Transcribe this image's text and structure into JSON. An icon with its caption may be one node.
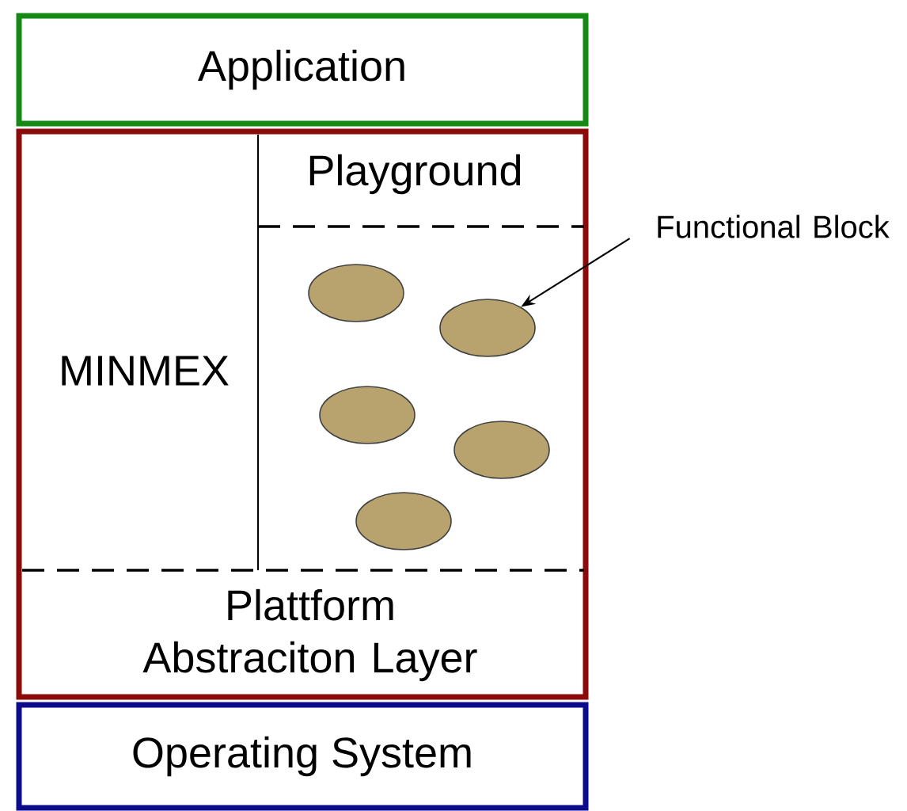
{
  "diagram": {
    "nodes": [
      {
        "text": [
          "Application"
        ]
      },
      {
        "text": [],
        "shape": "box"
      },
      {
        "text": [
          "MINMEX"
        ],
        "in": 1
      },
      {
        "text": [
          "Playground"
        ],
        "in": 1
      },
      {
        "text": [
          "Plattform Abstraciton Layer"
        ],
        "in": 1
      },
      {
        "text": [],
        "shape": "ellipse",
        "in": 1
      },
      {
        "text": [],
        "shape": "ellipse",
        "in": 1
      },
      {
        "text": [],
        "shape": "ellipse",
        "in": 1
      },
      {
        "text": [],
        "shape": "ellipse",
        "in": 1
      },
      {
        "text": [],
        "shape": "ellipse",
        "in": 1
      },
      {
        "text": [
          "Operating System"
        ]
      },
      {
        "text": [
          "Functional Block"
        ]
      }
    ],
    "edges": [
      {
        "from": 11,
        "to": 6,
        "arrow": "to"
      }
    ]
  }
}
